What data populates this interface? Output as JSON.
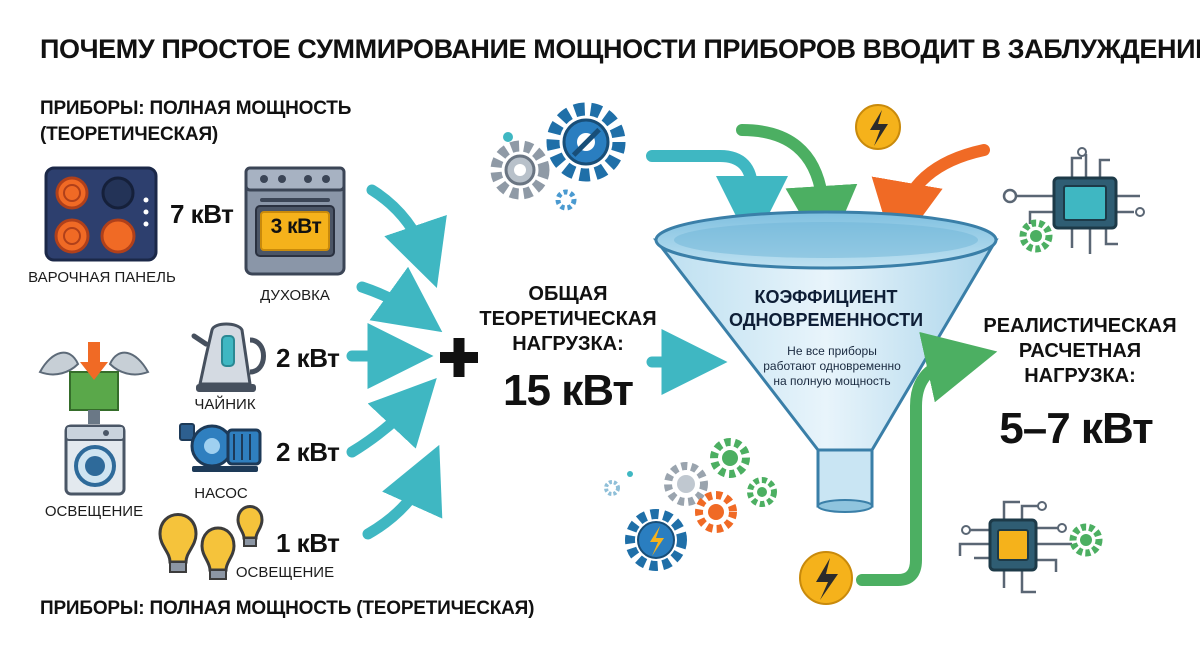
{
  "title": "ПОЧЕМУ ПРОСТОЕ СУММИРОВАНИЕ МОЩНОСТИ ПРИБОРОВ ВВОДИТ В ЗАБЛУЖДЕНИЕ",
  "left_header": "ПРИБОРЫ: ПОЛНАЯ МОЩНОСТЬ (ТЕОРЕТИЧЕСКАЯ)",
  "bottom_header": "ПРИБОРЫ: ПОЛНАЯ МОЩНОСТЬ (ТЕОРЕТИЧЕСКАЯ)",
  "appliances": {
    "hob": {
      "caption": "ВАРОЧНАЯ ПАНЕЛЬ",
      "power": "7 кВт"
    },
    "oven": {
      "caption": "ДУХОВКА",
      "power": "3 кВт"
    },
    "kettle": {
      "caption": "ЧАЙНИК",
      "power": "2 кВт"
    },
    "pump": {
      "caption": "НАСОС",
      "power": "2 кВт"
    },
    "bulbs": {
      "caption": "ОСВЕЩЕНИЕ",
      "power": "1 кВт"
    },
    "washer": {
      "caption": "ОСВЕЩЕНИЕ"
    }
  },
  "plus_sign": "+",
  "total": {
    "label": "ОБЩАЯ ТЕОРЕТИЧЕСКАЯ НАГРУЗКА:",
    "value": "15 кВт"
  },
  "funnel": {
    "title": "КОЭФФИЦИЕНТ ОДНОВРЕМЕННОСТИ",
    "subtitle": "Не все приборы работают одновременно на полную мощность"
  },
  "result": {
    "label": "РЕАЛИСТИЧЕСКАЯ РАСЧЕТНАЯ НАГРУЗКА:",
    "value": "5–7 кВт"
  },
  "colors": {
    "teal": "#3fb7c2",
    "blue_gear": "#1f6fa8",
    "green": "#4caf62",
    "orange": "#f06a25",
    "yellow": "#f5b21b",
    "funnel_light": "#d5ebf6",
    "funnel_mid": "#9ccde6"
  },
  "icons": [
    "hob-icon",
    "oven-icon",
    "kettle-icon",
    "pump-icon",
    "bulb-icon",
    "washer-icon",
    "fan-icon",
    "gear-icon",
    "lightning-icon",
    "chip-icon",
    "funnel-icon",
    "arrow-icon",
    "plus-icon"
  ]
}
